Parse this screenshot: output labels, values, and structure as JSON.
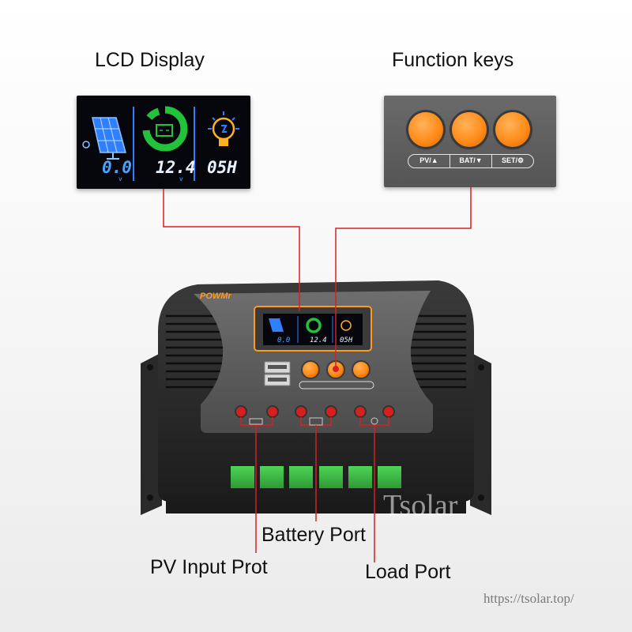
{
  "labels": {
    "lcd_display": "LCD Display",
    "function_keys": "Function keys",
    "battery_port": "Battery Port",
    "pv_input": "PV Input Prot",
    "load_port": "Load Port"
  },
  "lcd": {
    "pv_voltage": "0.0",
    "battery_voltage": "12.4",
    "load_timer": "05H",
    "unit": "v"
  },
  "keys": {
    "pv": "PV/▲",
    "bat": "BAT/▼",
    "set": "SET/⚙"
  },
  "device": {
    "brand": "POWMr"
  },
  "watermark": {
    "brand": "Tsolar",
    "url": "https://tsolar.top/"
  },
  "colors": {
    "key_orange": "#ff8c1a",
    "callout_red": "#d62020",
    "terminal_green": "#3cb043",
    "lcd_blue": "#2f7fff",
    "lcd_green": "#22c23a",
    "lcd_yellow": "#ffb020"
  },
  "icons": [
    "solar-panel-icon",
    "battery-icon",
    "light-bulb-icon"
  ]
}
